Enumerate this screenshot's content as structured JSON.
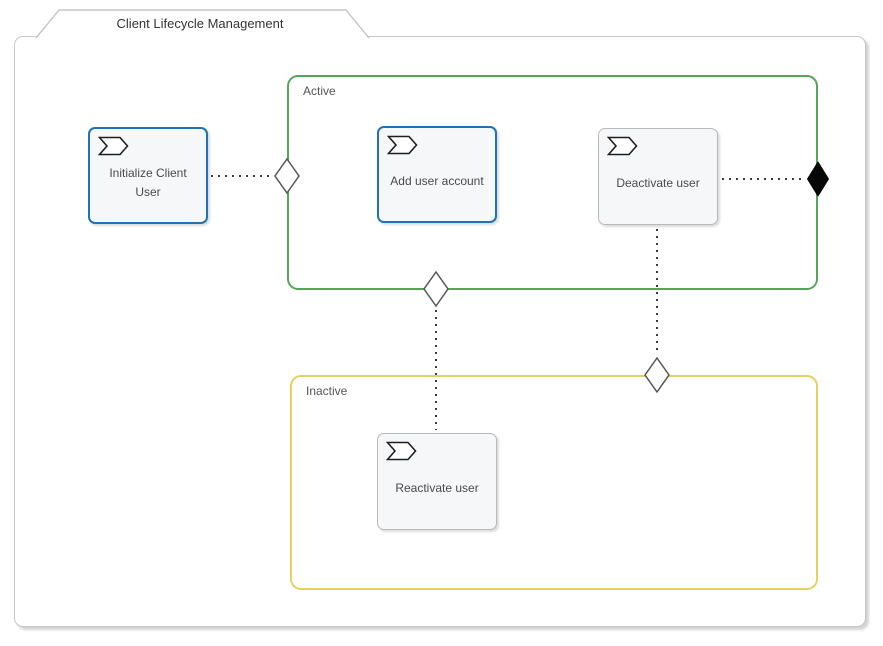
{
  "title": "Client Lifecycle Management",
  "groups": {
    "active": {
      "label": "Active",
      "border_color": "#57a45b"
    },
    "inactive": {
      "label": "Inactive",
      "border_color": "#e5d063"
    }
  },
  "tasks": {
    "initialize": {
      "label": "Initialize Client User",
      "border_color": "#2171b5",
      "icon": "pennant-icon"
    },
    "add_user": {
      "label": "Add user account",
      "border_color": "#2171b5",
      "icon": "pennant-icon"
    },
    "deactivate": {
      "label": "Deactivate user",
      "border_color": "#b9b9b9",
      "icon": "pennant-icon"
    },
    "reactivate": {
      "label": "Reactivate user",
      "border_color": "#b9b9b9",
      "icon": "pennant-icon"
    }
  },
  "connectors": [
    {
      "from": "initialize",
      "to": "active-group-left-edge",
      "style": "dotted",
      "marker": "open-diamond"
    },
    {
      "from": "deactivate",
      "to": "active-group-right-edge",
      "style": "dotted",
      "marker": "filled-diamond"
    },
    {
      "from": "active-group-bottom-edge",
      "to": "reactivate",
      "style": "dotted",
      "marker": "open-diamond"
    },
    {
      "from": "deactivate",
      "to": "inactive-group-top-edge",
      "style": "dotted",
      "marker": "open-diamond"
    }
  ],
  "colors": {
    "frame_border": "#c7c7c7",
    "task_fill": "#f6f7f8",
    "connector": "#3c3c3c",
    "text": "#4a4a4a"
  }
}
